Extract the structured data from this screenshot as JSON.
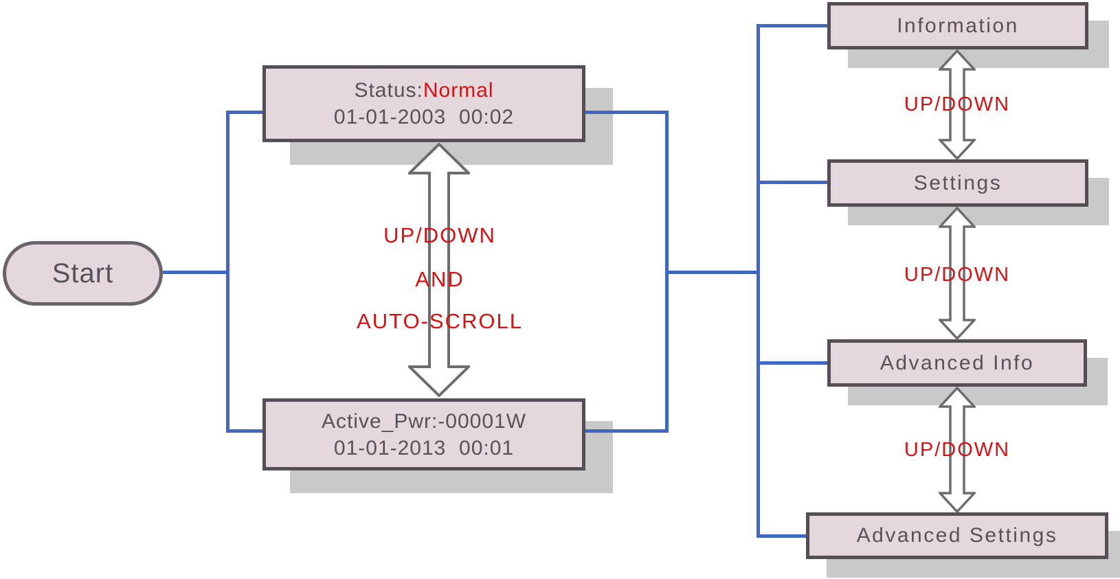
{
  "flow": {
    "start_label": "Start",
    "status_screen": {
      "label": "Status:",
      "value": "Normal",
      "datetime": "01-01-2003  00:02"
    },
    "power_screen": {
      "line1": "Active_Pwr:-00001W",
      "datetime": "01-01-2013  00:01"
    },
    "center_annotation": {
      "line1": "UP/DOWN",
      "line2": "AND",
      "line3": "AUTO-SCROLL"
    },
    "menu": [
      "Information",
      "Settings",
      "Advanced Info",
      "Advanced Settings"
    ],
    "arrow_labels": [
      "UP/DOWN",
      "UP/DOWN",
      "UP/DOWN"
    ]
  },
  "colors": {
    "box_fill": "#e4d8dc",
    "box_border": "#554f55",
    "text_gray": "#57525a",
    "shadow_gray": "#c9c9c9",
    "connector_blue": "#4167c4",
    "accent_red": "#dc1010",
    "arrow_outline": "#6f6c6f"
  }
}
